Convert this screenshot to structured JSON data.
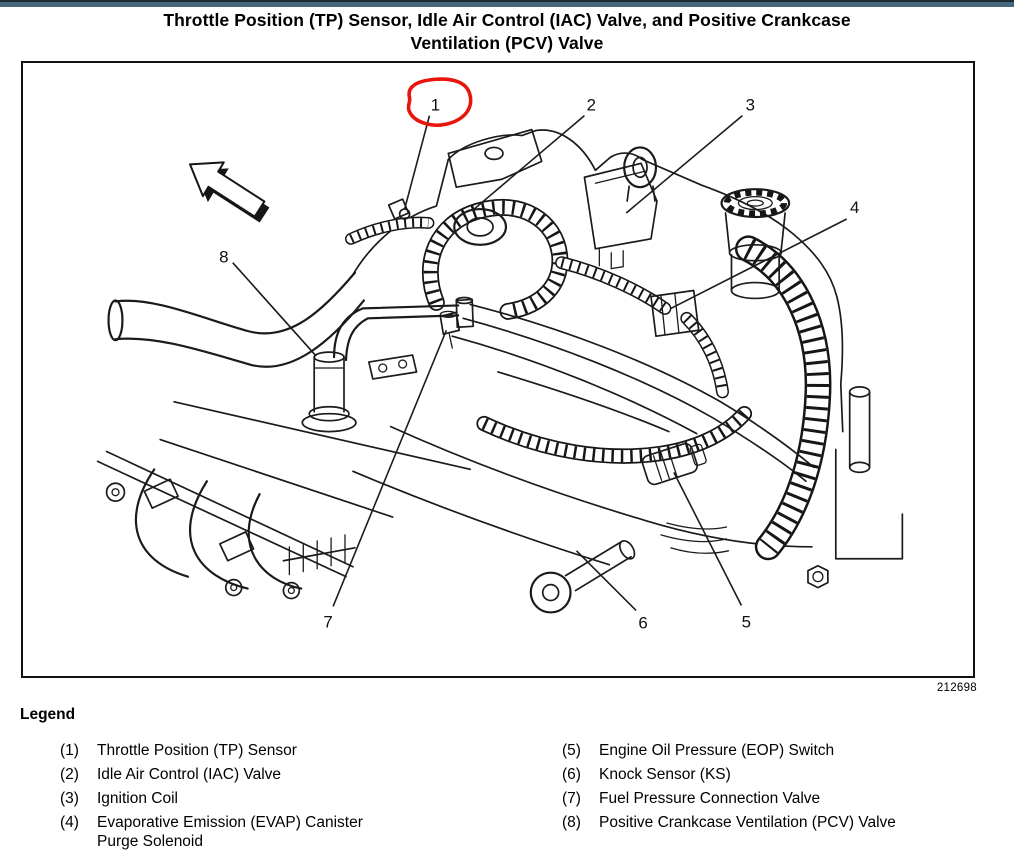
{
  "title": {
    "line1": "Throttle Position (TP) Sensor, Idle Air Control (IAC) Valve, and Positive Crankcase",
    "line2": "Ventilation (PCV) Valve"
  },
  "diagram": {
    "ref_number": "212698",
    "annotation": {
      "type": "hand-drawn-red-circle",
      "around_callout": "1",
      "color": "#e8150d"
    },
    "icons": {
      "arrow": "front-direction-block-arrow"
    },
    "callouts": [
      {
        "n": "1",
        "label": "Throttle Position (TP) Sensor",
        "circled": true
      },
      {
        "n": "2",
        "label": "Idle Air Control (IAC) Valve",
        "circled": false
      },
      {
        "n": "3",
        "label": "Ignition Coil",
        "circled": false
      },
      {
        "n": "4",
        "label": "Evaporative Emission (EVAP) Canister Purge Solenoid",
        "circled": false
      },
      {
        "n": "5",
        "label": "Engine Oil Pressure (EOP) Switch",
        "circled": false
      },
      {
        "n": "6",
        "label": "Knock Sensor (KS)",
        "circled": false
      },
      {
        "n": "7",
        "label": "Fuel Pressure Connection Valve",
        "circled": false
      },
      {
        "n": "8",
        "label": "Positive Crankcase Ventilation (PCV) Valve",
        "circled": false
      }
    ]
  },
  "legend": {
    "header": "Legend",
    "left": [
      {
        "num": "(1)",
        "label": "Throttle Position (TP) Sensor"
      },
      {
        "num": "(2)",
        "label": "Idle Air Control (IAC) Valve"
      },
      {
        "num": "(3)",
        "label": "Ignition Coil"
      },
      {
        "num": "(4)",
        "label": "Evaporative Emission (EVAP) Canister Purge Solenoid"
      }
    ],
    "right": [
      {
        "num": "(5)",
        "label": "Engine Oil Pressure (EOP) Switch"
      },
      {
        "num": "(6)",
        "label": "Knock Sensor (KS)"
      },
      {
        "num": "(7)",
        "label": "Fuel Pressure Connection Valve"
      },
      {
        "num": "(8)",
        "label": "Positive Crankcase Ventilation (PCV) Valve"
      }
    ]
  }
}
